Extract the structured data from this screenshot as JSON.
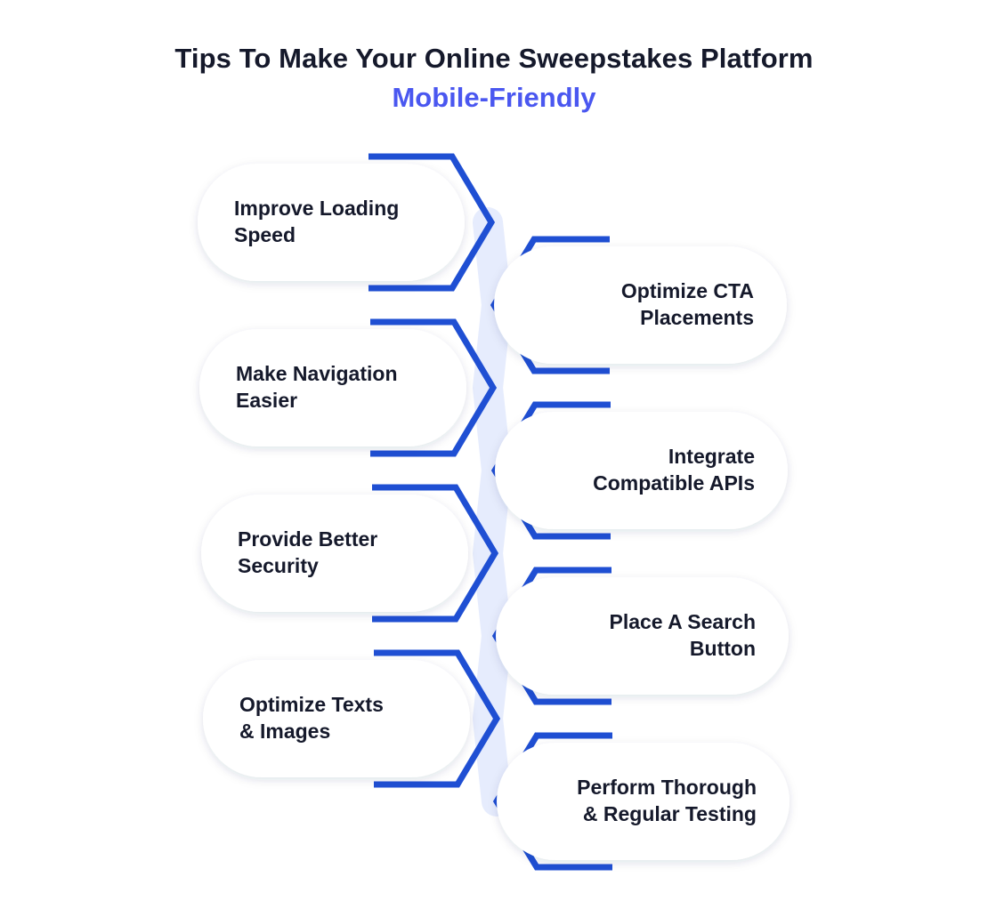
{
  "title": {
    "line1": "Tips To Make Your Online Sweepstakes Platform",
    "line2": "Mobile-Friendly"
  },
  "colors": {
    "title": "#15192b",
    "accent": "#4a57f0",
    "frame": "#1f4fd3",
    "connector": "#e6ecfd",
    "pill": "#ffffff"
  },
  "tips": [
    {
      "text": "Improve Loading\nSpeed",
      "side": "left"
    },
    {
      "text": "Optimize CTA\nPlacements",
      "side": "right"
    },
    {
      "text": "Make Navigation\nEasier",
      "side": "left"
    },
    {
      "text": "Integrate\nCompatible APIs",
      "side": "right"
    },
    {
      "text": "Provide Better\nSecurity",
      "side": "left"
    },
    {
      "text": "Place A Search\nButton",
      "side": "right"
    },
    {
      "text": "Optimize Texts\n& Images",
      "side": "left"
    },
    {
      "text": "Perform Thorough\n& Regular Testing",
      "side": "right"
    }
  ]
}
